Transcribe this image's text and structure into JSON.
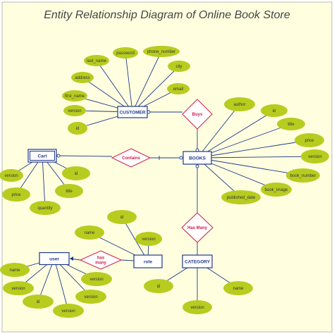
{
  "title": "Entity Relationship Diagram of Online Book Store",
  "colors": {
    "background": "#ffffe0",
    "border": "#b8b8b8",
    "entity_stroke": "#1f3a8a",
    "entity_fill": "#ffffff",
    "entity_text": "#1f3a8a",
    "attribute_fill": "#b7cc1f",
    "relationship_stroke": "#d01c4a",
    "relationship_text": "#d01c4a",
    "line": "#1f3a8a"
  },
  "entities": [
    {
      "id": "customer",
      "label": "CUSTOMER",
      "weak": false
    },
    {
      "id": "books",
      "label": "BOOKS",
      "weak": false
    },
    {
      "id": "cart",
      "label": "Cart",
      "weak": true
    },
    {
      "id": "user",
      "label": "user",
      "weak": false
    },
    {
      "id": "role",
      "label": "role",
      "weak": false
    },
    {
      "id": "category",
      "label": "CATEGORY",
      "weak": false
    }
  ],
  "relationships": [
    {
      "id": "buys",
      "label": [
        "Buys"
      ],
      "connects": [
        "customer",
        "books"
      ]
    },
    {
      "id": "contains",
      "label": [
        "Contains"
      ],
      "connects": [
        "cart",
        "books"
      ]
    },
    {
      "id": "has_many_books",
      "label": [
        "Has Many"
      ],
      "connects": [
        "books",
        "category"
      ]
    },
    {
      "id": "has_many_user",
      "label": [
        "has",
        "many"
      ],
      "connects": [
        "user",
        "role"
      ]
    }
  ],
  "attributes": [
    {
      "id": "c_last_name",
      "owner": "customer",
      "label": "last_name"
    },
    {
      "id": "c_password",
      "owner": "customer",
      "label": "password"
    },
    {
      "id": "c_phone",
      "owner": "customer",
      "label": "phone_number"
    },
    {
      "id": "c_address",
      "owner": "customer",
      "label": "address"
    },
    {
      "id": "c_city",
      "owner": "customer",
      "label": "city"
    },
    {
      "id": "c_email",
      "owner": "customer",
      "label": "email"
    },
    {
      "id": "c_first_name",
      "owner": "customer",
      "label": "first_name"
    },
    {
      "id": "c_version",
      "owner": "customer",
      "label": "version"
    },
    {
      "id": "c_id",
      "owner": "customer",
      "label": "id"
    },
    {
      "id": "b_author",
      "owner": "books",
      "label": "author"
    },
    {
      "id": "b_id",
      "owner": "books",
      "label": "id"
    },
    {
      "id": "b_title",
      "owner": "books",
      "label": "title"
    },
    {
      "id": "b_price",
      "owner": "books",
      "label": "price"
    },
    {
      "id": "b_version",
      "owner": "books",
      "label": "version"
    },
    {
      "id": "b_book_number",
      "owner": "books",
      "label": "book_number"
    },
    {
      "id": "b_book_image",
      "owner": "books",
      "label": "book_image"
    },
    {
      "id": "b_published_date",
      "owner": "books",
      "label": "published_date"
    },
    {
      "id": "ca_version",
      "owner": "cart",
      "label": "version"
    },
    {
      "id": "ca_id",
      "owner": "cart",
      "label": "id"
    },
    {
      "id": "ca_price",
      "owner": "cart",
      "label": "price"
    },
    {
      "id": "ca_title",
      "owner": "cart",
      "label": "title"
    },
    {
      "id": "ca_quantity",
      "owner": "cart",
      "label": "quantity"
    },
    {
      "id": "r_id",
      "owner": "role",
      "label": "id"
    },
    {
      "id": "r_name",
      "owner": "role",
      "label": "name"
    },
    {
      "id": "r_version",
      "owner": "role",
      "label": "version"
    },
    {
      "id": "u_name",
      "owner": "user",
      "label": "name"
    },
    {
      "id": "u_version1",
      "owner": "user",
      "label": "version"
    },
    {
      "id": "u_version2",
      "owner": "user",
      "label": "version"
    },
    {
      "id": "u_version3",
      "owner": "user",
      "label": "version"
    },
    {
      "id": "u_id",
      "owner": "user",
      "label": "id"
    },
    {
      "id": "u_version4",
      "owner": "user",
      "label": "version"
    },
    {
      "id": "cat_id",
      "owner": "category",
      "label": "id"
    },
    {
      "id": "cat_name",
      "owner": "category",
      "label": "name"
    },
    {
      "id": "cat_version",
      "owner": "category",
      "label": "version"
    }
  ]
}
